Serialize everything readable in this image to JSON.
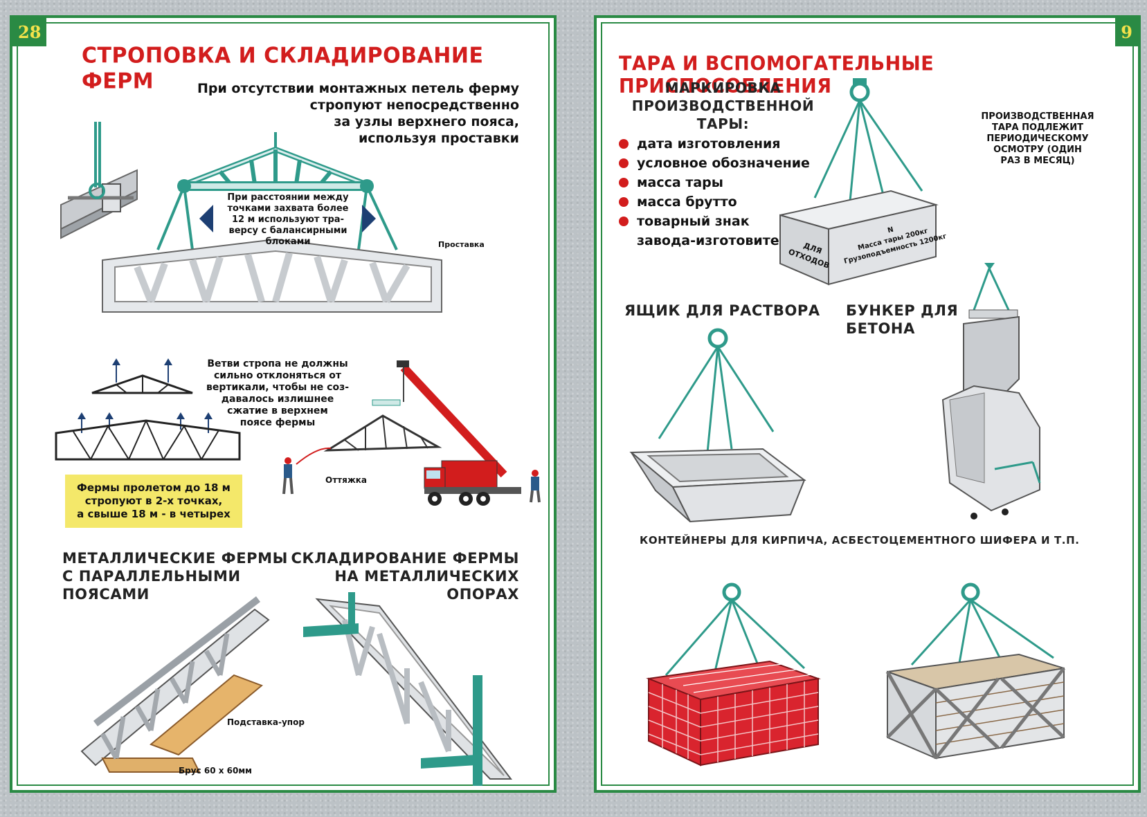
{
  "left_page": {
    "page_number": "28",
    "title": "СТРОПОВКА И СКЛАДИРОВАНИЕ ФЕРМ",
    "intro_lines": [
      "При отсутствии монтажных петель ферму",
      "стропуют непосредственно",
      "за узлы верхнего пояса,",
      "используя проставки"
    ],
    "traverse_note_lines": [
      "При расстоянии между",
      "точками захвата более",
      "12 м используют тра-",
      "версу с балансирными",
      "блоками"
    ],
    "label_spacer": "Проставка",
    "sling_note_lines": [
      "Ветви стропа не должны",
      "сильно отклоняться от",
      "вертикали, чтобы не соз-",
      "давалось излишнее",
      "сжатие в верхнем",
      "поясе фермы"
    ],
    "label_guy_rope": "Оттяжка",
    "yellow_note_lines": [
      "Фермы пролетом до 18 м",
      "стропуют в 2-х точках,",
      "а свыше 18 м - в четырех"
    ],
    "section_metal_lines": [
      "МЕТАЛЛИЧЕСКИЕ ФЕРМЫ",
      "С ПАРАЛЛЕЛЬНЫМИ",
      "ПОЯСАМИ"
    ],
    "section_storage_lines": [
      "СКЛАДИРОВАНИЕ ФЕРМЫ",
      "НА МЕТАЛЛИЧЕСКИХ",
      "ОПОРАХ"
    ],
    "label_stand": "Подставка-упор",
    "label_beam": "Брус 60 х 60мм"
  },
  "right_page": {
    "page_number": "9",
    "title": "ТАРА  И ВСПОМОГАТЕЛЬНЫЕ ПРИСПОСОБЛЕНИЯ",
    "marking_heading_lines": [
      "МАРКИРОВКА",
      "ПРОИЗВОДСТВЕННОЙ ТАРЫ:"
    ],
    "marking_items": [
      "дата изготовления",
      "условное обозначение",
      "масса тары",
      "масса брутто",
      "товарный знак"
    ],
    "marking_items_cont": "завода-изготовителя",
    "inspection_note_lines": [
      "ПРОИЗВОДСТВЕННАЯ",
      "ТАРА ПОДЛЕЖИТ",
      "ПЕРИОДИЧЕСКОМУ",
      "ОСМОТРУ (ОДИН",
      "РАЗ В МЕСЯЦ)"
    ],
    "box_side_text": [
      "ДЛЯ",
      "ОТХОДОВ"
    ],
    "box_front_text": [
      "N",
      "Масса тары 200кг",
      "Грузоподъемность 1200кг"
    ],
    "mortar_box_label": "ЯЩИК ДЛЯ РАСТВОРА",
    "bunker_label_lines": [
      "БУНКЕР ДЛЯ",
      "БЕТОНА"
    ],
    "containers_label": "КОНТЕЙНЕРЫ ДЛЯ КИРПИЧА, АСБЕСТОЦЕМЕНТНОГО ШИФЕРА И Т.П."
  },
  "colors": {
    "frame_green": "#2a8a44",
    "title_red": "#d21d1d",
    "note_yellow": "#f4e86a",
    "sling_teal": "#2e9a8a",
    "steel_gray": "#d3d6d9",
    "brick_red": "#d9242e",
    "wood_tan": "#e0b06a"
  }
}
